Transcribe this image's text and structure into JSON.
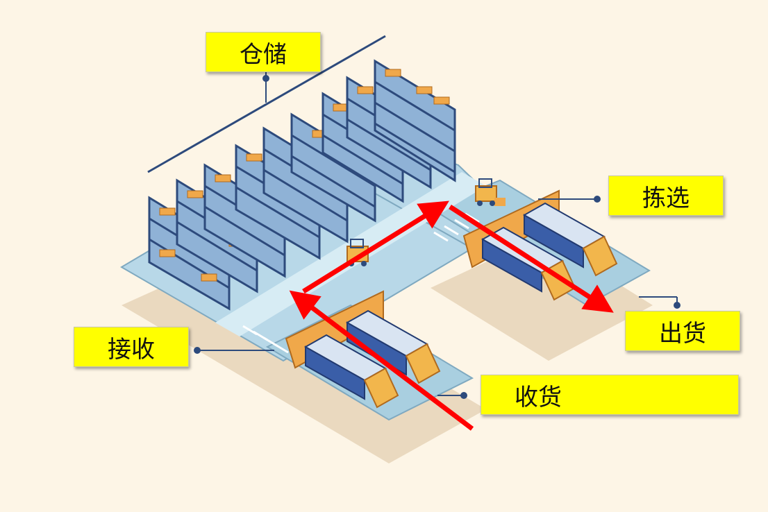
{
  "labels": {
    "storage": "仓储",
    "picking": "拣选",
    "shipping": "出货",
    "receiving_area": "接收",
    "receiving_goods": "收货"
  },
  "colors": {
    "background": "#fdf5e6",
    "label_fill": "#ffff00",
    "floor": "#a9cfe0",
    "shadow": "#e8d6bc",
    "rack_frame": "#2d4a7c",
    "box": "#f0a84a",
    "truck_trailer": "#3a5ea8",
    "truck_cab": "#f2b64c",
    "dock": "#f0a84a",
    "arrow": "#ff0000",
    "connector": "#2d4a7c"
  },
  "icons": {
    "forklift": "forklift-icon",
    "truck": "truck-icon"
  }
}
